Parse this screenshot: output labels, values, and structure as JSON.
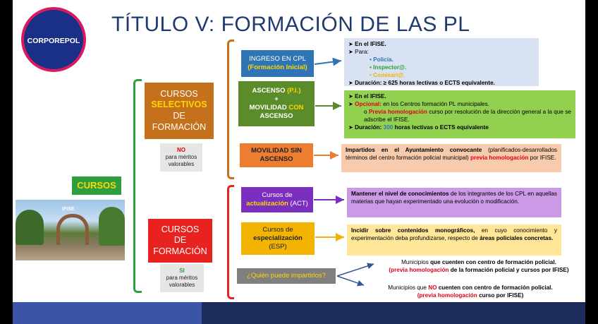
{
  "title": "TÍTULO V: FORMACIÓN DE LAS PL",
  "logo": {
    "text": "CORPOREPOL"
  },
  "cursos_label": "CURSOS",
  "photo": {
    "sign": "IFISE"
  },
  "selectivos": {
    "line1": "CURSOS",
    "line2": "SELECTIVOS",
    "line3": "DE",
    "line4": "FORMACIÓN",
    "note_no": "NO",
    "note_text": "para méritos valorables"
  },
  "formacion": {
    "line1": "CURSOS",
    "line2": "DE",
    "line3": "FORMACIÓN",
    "note_si": "SI",
    "note_text": "para méritos valorables"
  },
  "ingreso": {
    "label1": "INGRESO EN CPL",
    "label2": "(Formación Inicial)",
    "det_ifise": "En el IFISE.",
    "det_para": "Para:",
    "det_policia": "Policía.",
    "det_inspector": "Inspector@.",
    "det_comisari": "Comisari@.",
    "det_duracion_a": "Duración: ≥ 625 horas lectivas o ECTS equivalente."
  },
  "ascenso": {
    "label1": "ASCENSO",
    "label1b": "(P.I.)",
    "plus": "+",
    "label2": "MOVILIDAD",
    "label2b": "CON",
    "label3": "ASCENSO",
    "det_ifise": "En el IFISE.",
    "det_opcional_a": "Opcional:",
    "det_opcional_b": "en los Centros formación PL municipales.",
    "det_previa_a": "Previa homologación",
    "det_previa_b": "curso por resolución de la dirección general a la que se adscribe el IFISE.",
    "det_duracion_a": "Duración:",
    "det_duracion_num": "300",
    "det_duracion_b": "horas lectivas o ECTS equivalente"
  },
  "movilidad": {
    "label": "MOVILIDAD SIN ASCENSO",
    "det_a": "Impartidos en el Ayuntamiento convocante",
    "det_b": "(planificados-desarrollados términos del centro formación policial municipal)",
    "det_c": "previa homologación",
    "det_d": "por IFISE."
  },
  "act": {
    "label1": "Cursos de",
    "label2": "actualización",
    "label3": "(ACT)",
    "det_a": "Mantener el nivel de conocimientos",
    "det_b": "de los integrantes de los CPL en aquellas materias que hayan experimentado una evolución o modificación."
  },
  "esp": {
    "label1": "Cursos de",
    "label2": "especialización",
    "label3": "(ESP)",
    "det_a": "Incidir sobre contenidos monográficos,",
    "det_b": "en cuyo conocimiento y experimentación deba profundizarse, respecto de",
    "det_c": "áreas policiales concretas."
  },
  "quien": {
    "label": "¿Quién puede impartirlos?",
    "opt1_a": "Municipios",
    "opt1_b": "que cuenten con centro de formación policial.",
    "opt1_c": "(previa homologación",
    "opt1_d": "de la formación policial  y cursos por IFISE)",
    "opt2_a": "Municipios que",
    "opt2_no": "NO",
    "opt2_b": "cuenten con centro de formación policial.",
    "opt2_c": "(previa homologación",
    "opt2_d": "curso por IFISE)"
  },
  "colors": {
    "title": "#1f3a6e",
    "green": "#2e9e3e",
    "orange_box": "#c5701a",
    "red_box": "#e8231f",
    "blue_box": "#2f75b5",
    "olive_box": "#5b8c2a",
    "orange_light": "#ed7d31",
    "purple": "#7b2fbe",
    "gold": "#f2b400",
    "grey": "#7f7f7f",
    "yellow_text": "#ffd700"
  }
}
